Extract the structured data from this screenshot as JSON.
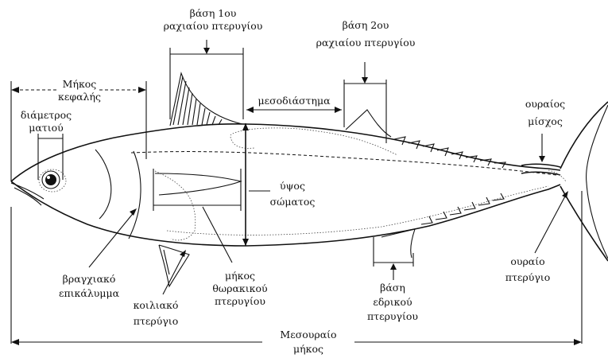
{
  "labels": {
    "head_length": [
      "Μήκος",
      "κεφαλής"
    ],
    "eye_diameter": [
      "διάμετρος",
      "ματιού"
    ],
    "first_dorsal_base": [
      "βάση 1ου",
      "ραχιαίου πτερυγίου"
    ],
    "second_dorsal_base": [
      "βάση 2ου",
      "ραχιαίου πτερυγίου"
    ],
    "interdorsal_space": "μεσοδιάστημα",
    "caudal_peduncle": [
      "ουραίος",
      "μίσχος"
    ],
    "body_depth": [
      "ύψος",
      "σώματος"
    ],
    "gill_cover": [
      "βραγχιακό",
      "επικάλυμμα"
    ],
    "pectoral_fin_length": [
      "μήκος",
      "θωρακικού",
      "πτερυγίου"
    ],
    "pelvic_fin": [
      "κοιλιακό",
      "πτερύγιο"
    ],
    "anal_fin_base": [
      "βάση",
      "εδρικού",
      "πτερυγίου"
    ],
    "caudal_fin": [
      "ουραίο",
      "πτερύγιο"
    ],
    "fork_length": [
      "Μεσουραίο",
      "μήκος"
    ]
  }
}
